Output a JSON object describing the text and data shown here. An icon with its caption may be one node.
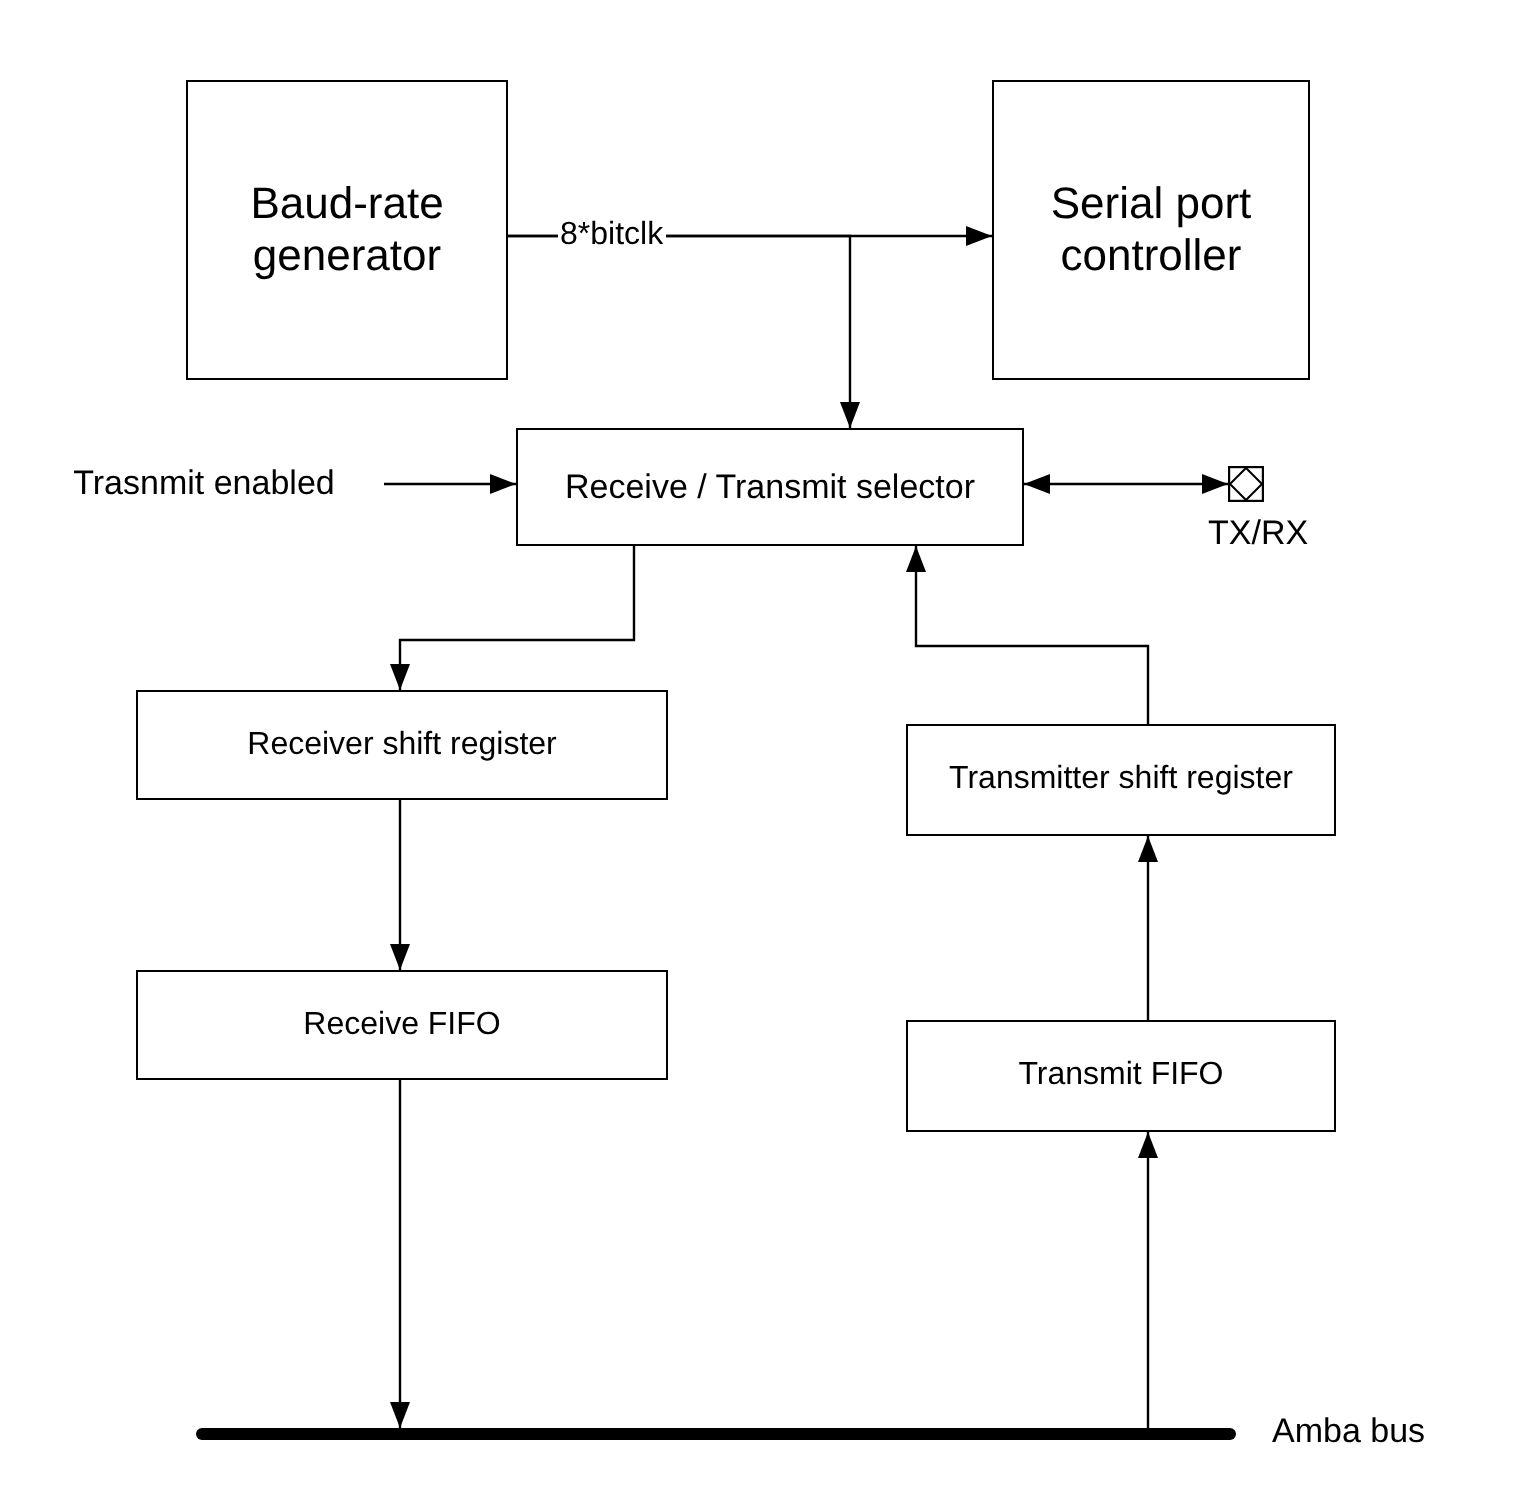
{
  "diagram": {
    "nodes": [
      {
        "text": [
          "Baud-rate generator"
        ]
      },
      {
        "text": [
          "Serial port controller"
        ]
      },
      {
        "text": [
          "Receive / Transmit selector"
        ]
      },
      {
        "text": [
          "Trasnmit enabled"
        ]
      },
      {
        "text": [],
        "shape": "box",
        "beside": [
          "TX/RX"
        ]
      },
      {
        "text": [
          "Receiver shift register"
        ]
      },
      {
        "text": [
          "Transmitter shift register"
        ]
      },
      {
        "text": [
          "Receive FIFO"
        ]
      },
      {
        "text": [
          "Transmit FIFO"
        ]
      },
      {
        "text": [],
        "shape": "bar",
        "beside": [
          "Amba bus"
        ]
      }
    ],
    "edges": [
      {
        "from": 0,
        "to": 1,
        "arrow": "to",
        "label": "8*bitclk"
      },
      {
        "from": 0,
        "to": 2,
        "arrow": "to"
      },
      {
        "from": 3,
        "to": 2,
        "arrow": "to"
      },
      {
        "from": 2,
        "to": 4,
        "arrow": "both"
      },
      {
        "from": 2,
        "to": 5,
        "arrow": "to"
      },
      {
        "from": 6,
        "to": 2,
        "arrow": "to"
      },
      {
        "from": 5,
        "to": 7,
        "arrow": "to"
      },
      {
        "from": 8,
        "to": 6,
        "arrow": "to"
      },
      {
        "from": 7,
        "to": 9,
        "arrow": "to"
      },
      {
        "from": 9,
        "to": 8,
        "arrow": "to"
      }
    ]
  }
}
